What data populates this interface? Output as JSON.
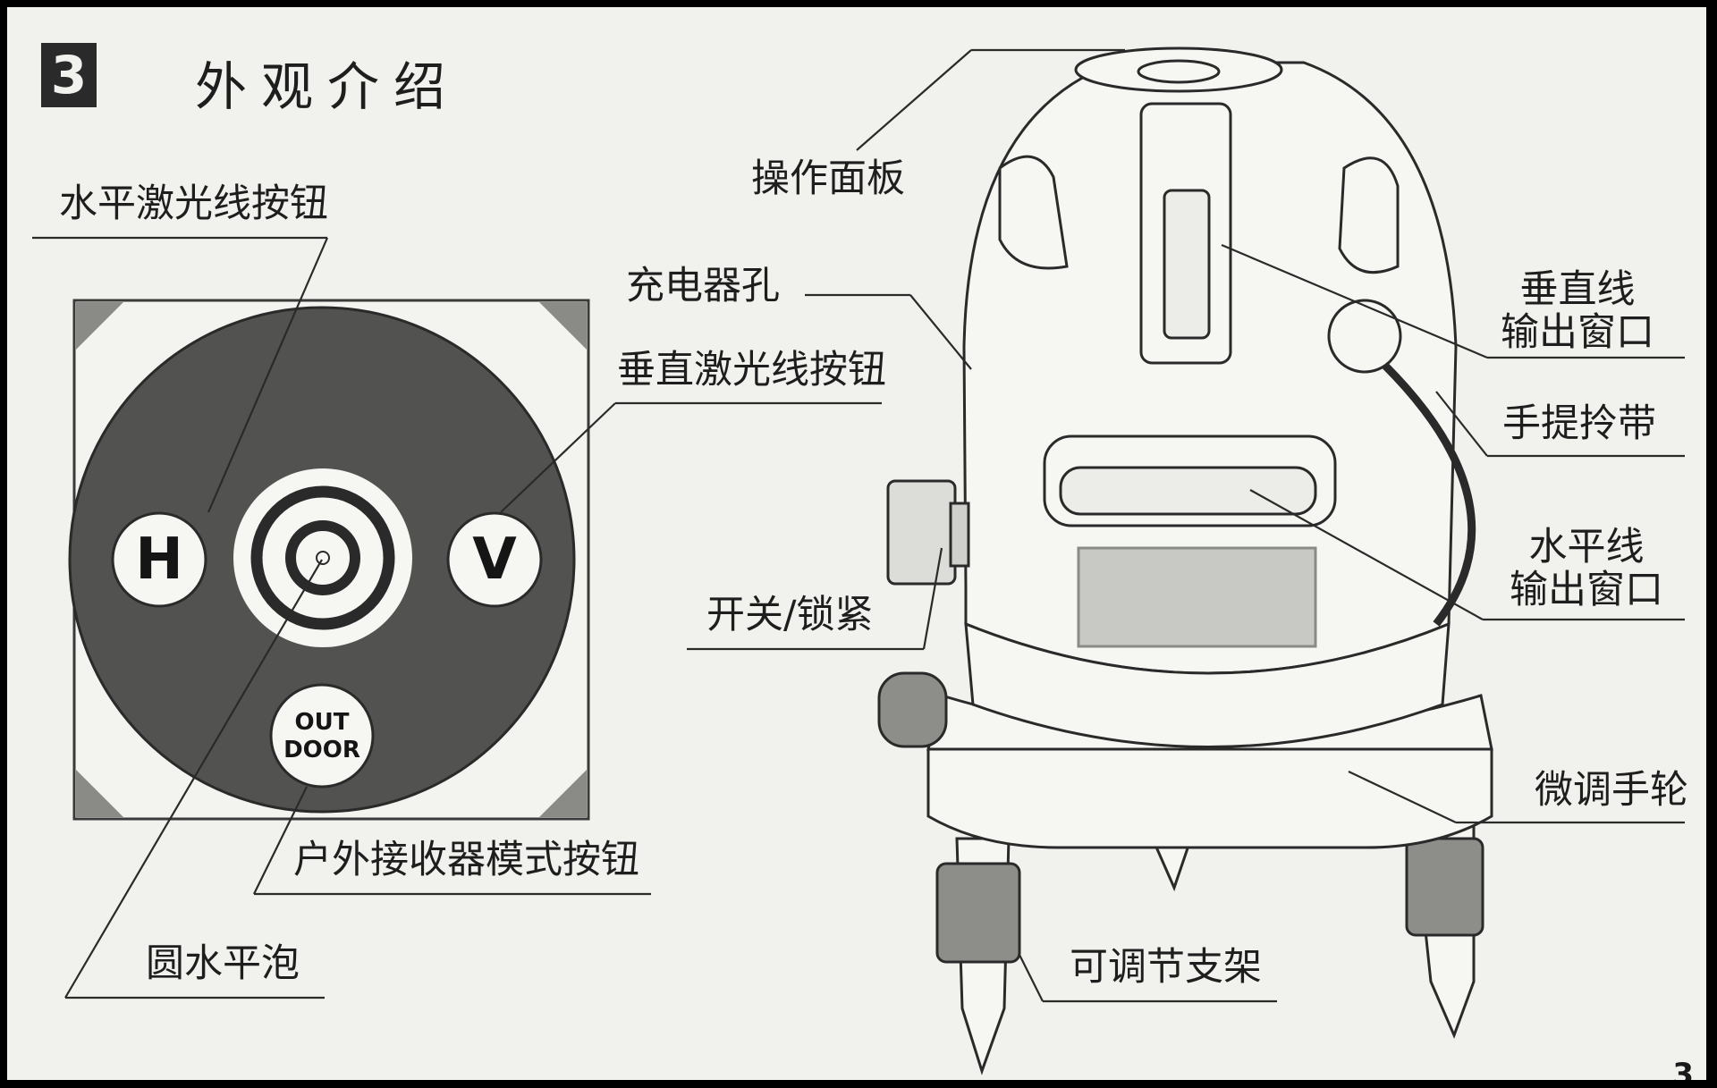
{
  "section": {
    "number": "3",
    "title": "外观介绍"
  },
  "panel": {
    "h_label": "H",
    "v_label": "V",
    "outdoor_line1": "OUT",
    "outdoor_line2": "DOOR"
  },
  "labels": {
    "horizontal_button": "水平激光线按钮",
    "vertical_button": "垂直激光线按钮",
    "outdoor_button": "户外接收器模式按钮",
    "bubble": "圆水平泡",
    "operation_panel": "操作面板",
    "charger_port": "充电器孔",
    "switch_lock": "开关/锁紧",
    "vertical_window_line1": "垂直线",
    "vertical_window_line2": "输出窗口",
    "strap": "手提拎带",
    "horizontal_window_line1": "水平线",
    "horizontal_window_line2": "输出窗口",
    "fine_wheel": "微调手轮",
    "tripod": "可调节支架"
  },
  "page_number": "3"
}
